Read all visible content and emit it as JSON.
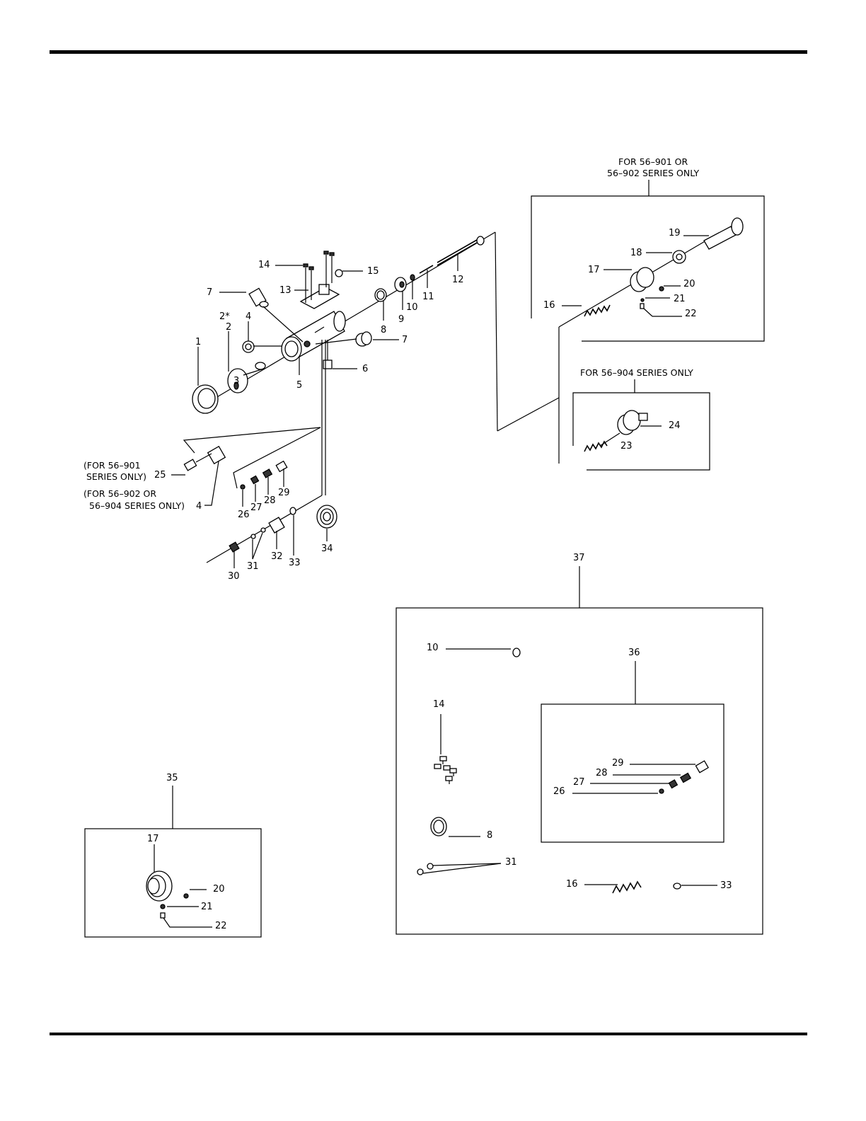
{
  "notes": {
    "series_901_902": [
      "FOR 56–901 OR",
      "56–902 SERIES ONLY"
    ],
    "series_904": "FOR 56–904 SERIES ONLY",
    "series_901_only": [
      "(FOR 56–901",
      "SERIES ONLY)"
    ],
    "series_902_904": [
      "(FOR 56–902 OR",
      "56–904 SERIES ONLY)"
    ]
  },
  "main_labels": {
    "p1": "1",
    "p2star": "2*",
    "p2": "2",
    "p3": "3",
    "p4": "4",
    "p5": "5",
    "p6": "6",
    "p7a": "7",
    "p7b": "7",
    "p8": "8",
    "p9": "9",
    "p10": "10",
    "p11": "11",
    "p12": "12",
    "p13": "13",
    "p14": "14",
    "p15": "15",
    "p25": "25",
    "p4b": "4",
    "p26": "26",
    "p27": "27",
    "p28": "28",
    "p29": "29",
    "p30": "30",
    "p31": "31",
    "p32": "32",
    "p33": "33",
    "p34": "34"
  },
  "inset_a": {
    "p16": "16",
    "p17": "17",
    "p18": "18",
    "p19": "19",
    "p20": "20",
    "p21": "21",
    "p22": "22"
  },
  "inset_b": {
    "p23": "23",
    "p24": "24"
  },
  "kit_35": {
    "title": "35",
    "p17": "17",
    "p20": "20",
    "p21": "21",
    "p22": "22"
  },
  "kit_37": {
    "title": "37",
    "p10": "10",
    "p14": "14",
    "p8": "8",
    "p31": "31",
    "p16": "16",
    "p33": "33",
    "sub_36": {
      "title": "36",
      "p26": "26",
      "p27": "27",
      "p28": "28",
      "p29": "29"
    }
  }
}
